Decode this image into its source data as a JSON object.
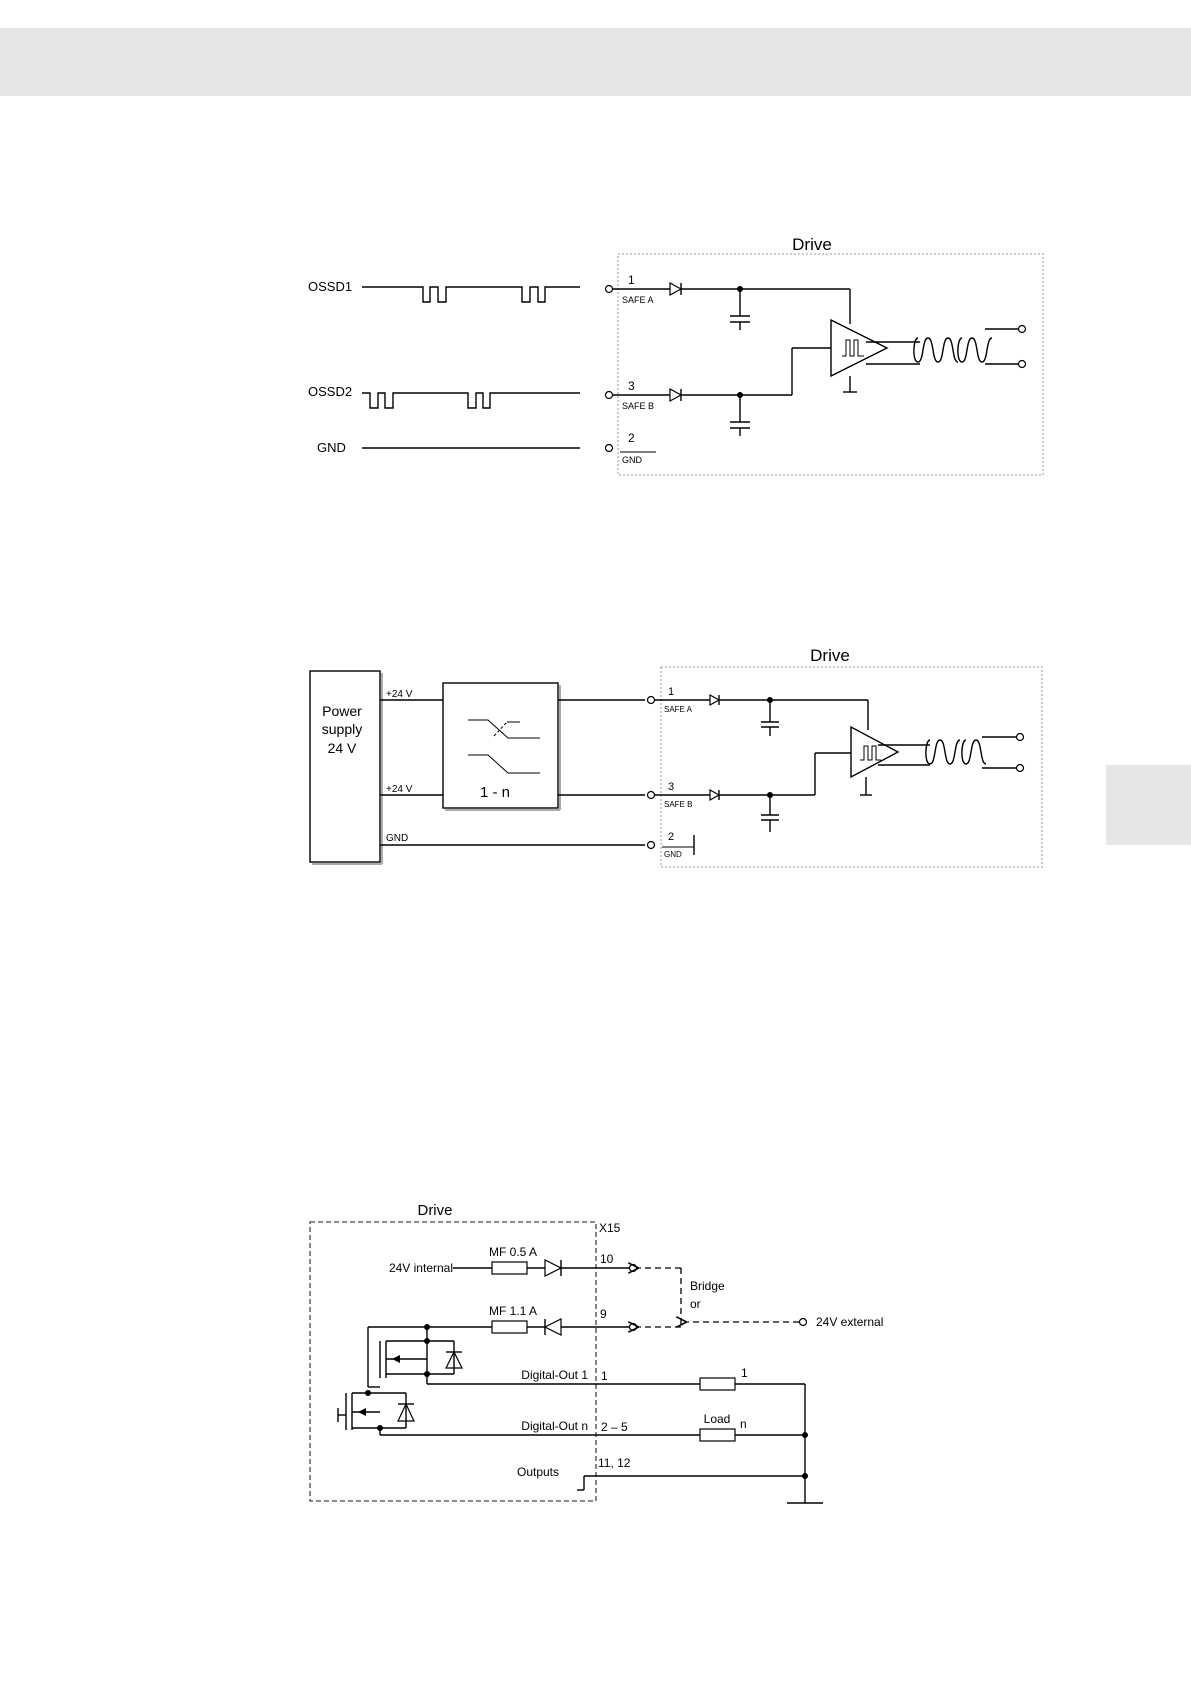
{
  "diagram1": {
    "drive_title": "Drive",
    "signals": [
      "OSSD1",
      "OSSD2",
      "GND"
    ],
    "pins": [
      {
        "num": "1",
        "name": "SAFE A"
      },
      {
        "num": "3",
        "name": "SAFE B"
      },
      {
        "num": "2",
        "name": "GND"
      }
    ]
  },
  "diagram2": {
    "drive_title": "Drive",
    "power_supply": [
      "Power",
      "supply",
      "24 V"
    ],
    "rails": [
      "+24 V",
      "+24 V",
      "GND"
    ],
    "switch_label": "1 - n",
    "pins": [
      {
        "num": "1",
        "name": "SAFE A"
      },
      {
        "num": "3",
        "name": "SAFE B"
      },
      {
        "num": "2",
        "name": "GND"
      }
    ]
  },
  "diagram3": {
    "drive_title": "Drive",
    "connector": "X15",
    "internal_supply": "24V internal",
    "fuse1": "MF 0.5 A",
    "fuse2": "MF 1.1 A",
    "pin10": "10",
    "pin9": "9",
    "bridge": "Bridge",
    "or": "or",
    "external": "24V external",
    "out1_label": "Digital-Out 1",
    "out1_pin": "1",
    "outn_label": "Digital-Out n",
    "outn_pin": "2 – 5",
    "outputs_label": "Outputs",
    "outputs_pin": "11, 12",
    "load1_index": "1",
    "load_label": "Load",
    "loadn_index": "n"
  }
}
